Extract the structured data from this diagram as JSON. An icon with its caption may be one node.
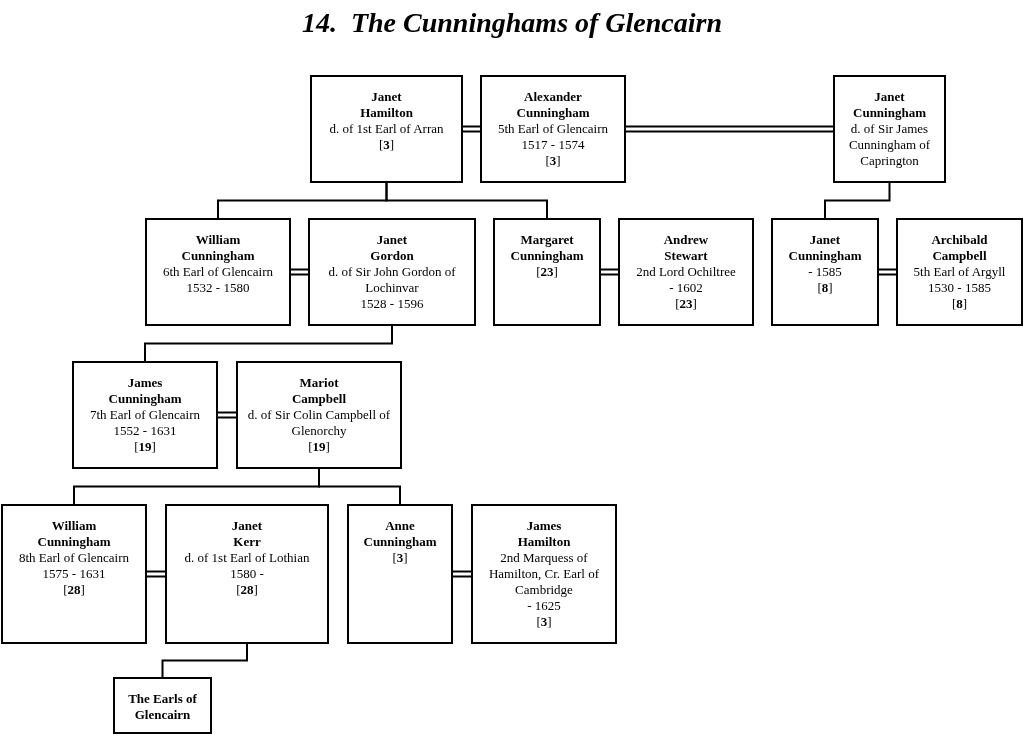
{
  "diagram": {
    "title": "14.  The Cunninghams of Glencairn",
    "nodes": [
      {
        "text": [
          "Janet Hamilton",
          "d. of 1st Earl of Arran",
          "[**3**]"
        ]
      },
      {
        "text": [
          "Alexander Cunningham",
          "5th Earl of Glencairn",
          "1517 - 1574",
          "[**3**]"
        ]
      },
      {
        "text": [
          "Janet Cunningham",
          "d. of Sir James Cunningham of Caprington"
        ]
      },
      {
        "text": [
          "William Cunningham",
          "6th Earl of Glencairn",
          "1532 - 1580"
        ]
      },
      {
        "text": [
          "Janet Gordon",
          "d. of Sir John Gordon of Lochinvar",
          "1528 - 1596"
        ]
      },
      {
        "text": [
          "Margaret Cunningham",
          "[**23**]"
        ]
      },
      {
        "text": [
          "Andrew Stewart",
          "2nd Lord Ochiltree",
          "- 1602",
          "[**23**]"
        ]
      },
      {
        "text": [
          "Janet Cunningham",
          "- 1585",
          "[**8**]"
        ]
      },
      {
        "text": [
          "Archibald Campbell",
          "5th Earl of Argyll",
          "1530 - 1585",
          "[**8**]"
        ]
      },
      {
        "text": [
          "James Cunningham",
          "7th Earl of Glencairn",
          "1552 - 1631",
          "[**19**]"
        ]
      },
      {
        "text": [
          "Mariot Campbell",
          "d. of Sir Colin Campbell of Glenorchy",
          "[**19**]"
        ]
      },
      {
        "text": [
          "William Cunningham",
          "8th Earl of Glencairn",
          "1575 - 1631",
          "[**28**]"
        ]
      },
      {
        "text": [
          "Janet Kerr",
          "d. of 1st Earl of Lothian",
          "1580 -",
          "[**28**]"
        ]
      },
      {
        "text": [
          "Anne Cunningham",
          "[**3**]"
        ]
      },
      {
        "text": [
          "James Hamilton",
          "2nd Marquess of Hamilton, Cr. Earl of Cambridge",
          "- 1625",
          "[**3**]"
        ]
      },
      {
        "text": [
          "The Earls of Glencairn"
        ]
      }
    ],
    "edges": [
      {
        "from": 0,
        "to": 1,
        "arrow": "none"
      },
      {
        "from": 1,
        "to": 2,
        "arrow": "none"
      },
      {
        "from": 0,
        "to": 3,
        "arrow": "none"
      },
      {
        "from": 0,
        "to": 5,
        "arrow": "none"
      },
      {
        "from": 2,
        "to": 7,
        "arrow": "none"
      },
      {
        "from": 3,
        "to": 4,
        "arrow": "none"
      },
      {
        "from": 5,
        "to": 6,
        "arrow": "none"
      },
      {
        "from": 7,
        "to": 8,
        "arrow": "none"
      },
      {
        "from": 4,
        "to": 9,
        "arrow": "none"
      },
      {
        "from": 9,
        "to": 10,
        "arrow": "none"
      },
      {
        "from": 10,
        "to": 11,
        "arrow": "none"
      },
      {
        "from": 10,
        "to": 13,
        "arrow": "none"
      },
      {
        "from": 11,
        "to": 12,
        "arrow": "none"
      },
      {
        "from": 13,
        "to": 14,
        "arrow": "none"
      },
      {
        "from": 12,
        "to": 15,
        "arrow": "none"
      }
    ]
  }
}
